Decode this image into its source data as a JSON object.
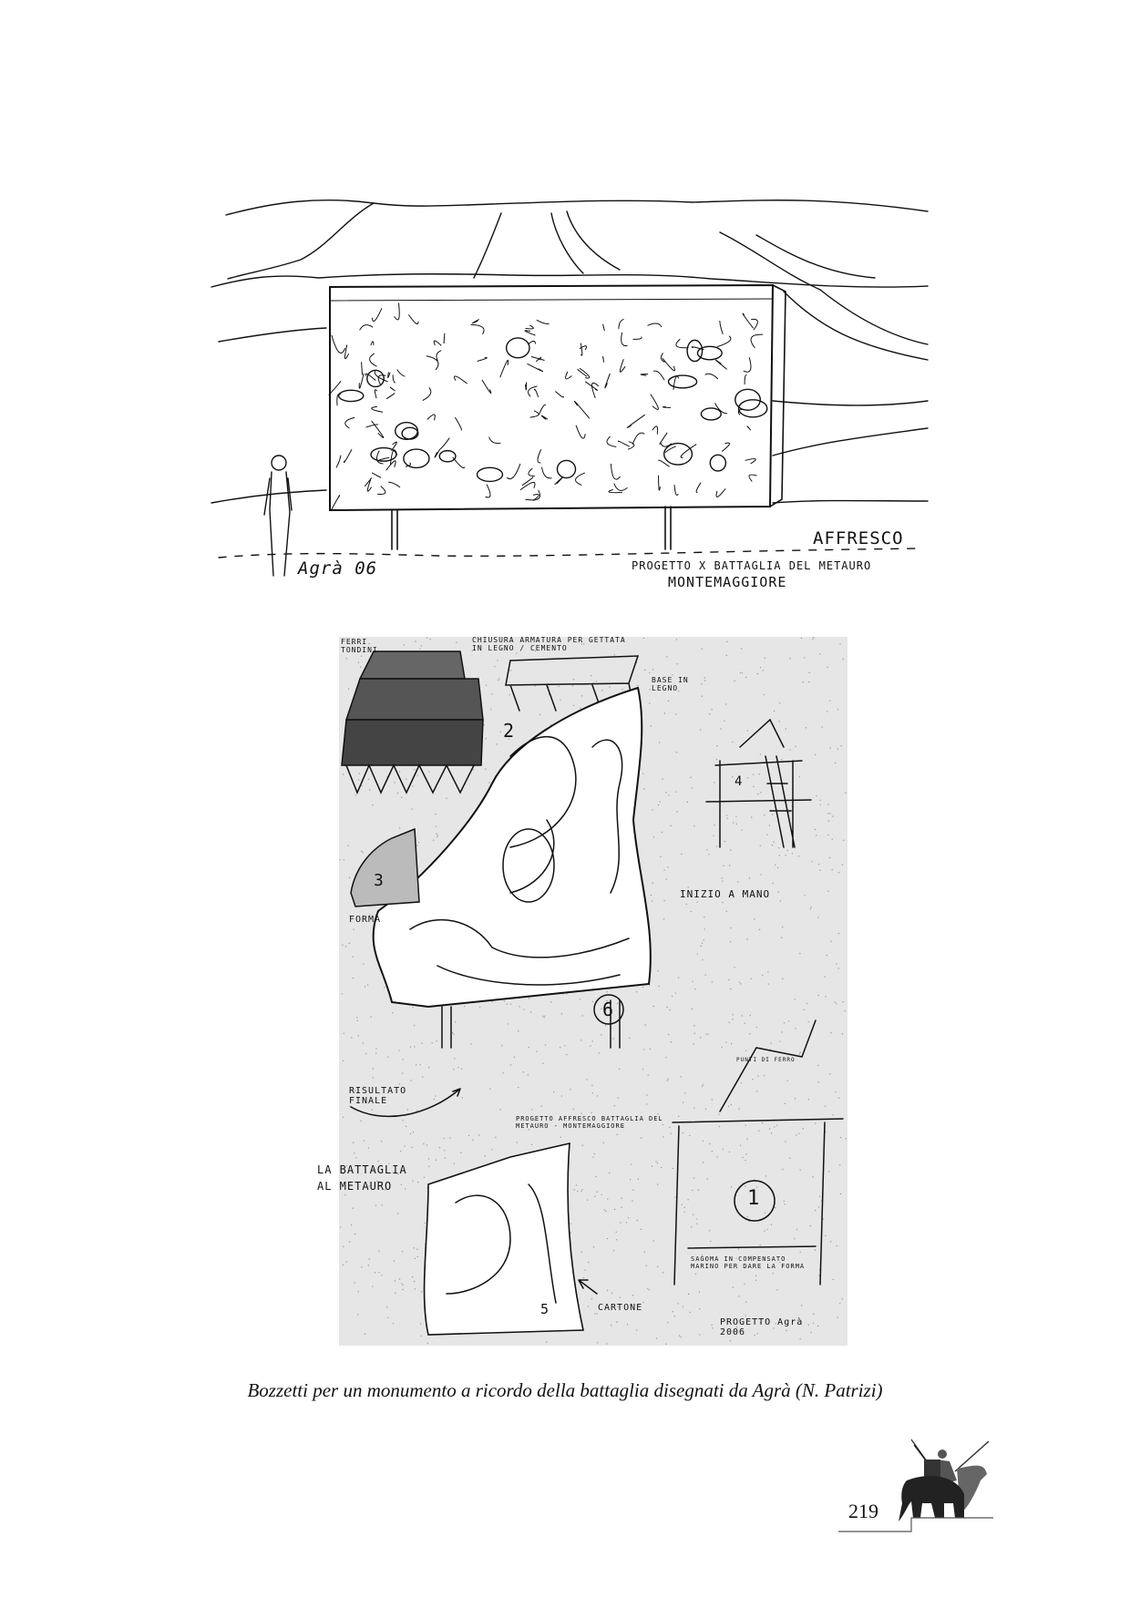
{
  "caption": "Bozzetti per un monumento a ricordo della battaglia disegnati da Agrà (N. Patrizi)",
  "page_number": "219",
  "sketch_top": {
    "signature": "Agrà 06",
    "label_affresco": "AFFRESCO",
    "label_project": "PROGETTO X BATTAGLIA DEL METAURO",
    "label_place": "MONTEMAGGIORE"
  },
  "sketch_bottom": {
    "labels": {
      "ferri": "FERRI TONDINI",
      "chiusura": "CHIUSURA ARMATURA PER GETTATA IN LEGNO / CEMENTO",
      "base": "BASE IN LEGNO",
      "n2": "2",
      "n3": "3",
      "n4": "4",
      "n6": "6",
      "n1": "1",
      "n5": "5",
      "forma": "FORMA",
      "inizio": "INIZIO A MANO",
      "risultato": "RISULTATO FINALE",
      "progetto_affresco": "PROGETTO AFFRESCO BATTAGLIA DEL METAURO - MONTEMAGGIORE",
      "punti": "PUNTI DI FERRO",
      "sagoma": "SAGOMA IN COMPENSATO MARINO PER DARE LA FORMA",
      "battaglia": "LA BATTAGLIA AL METAURO",
      "cartone": "CARTONE",
      "progetto_sign": "PROGETTO Agrà 2006"
    }
  },
  "colors": {
    "ink": "#111111",
    "paper_gray": "#e6e6e6",
    "logo_gray": "#555555"
  }
}
